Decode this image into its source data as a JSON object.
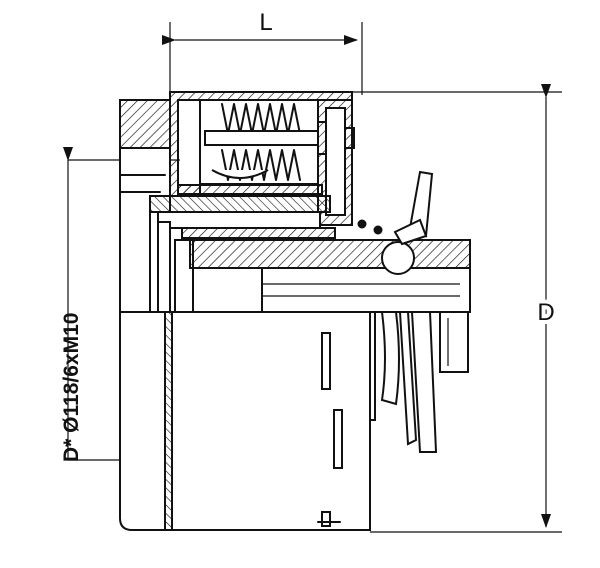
{
  "dimensions": {
    "length_label": "L",
    "diameter_label": "D",
    "bolt_circle_label": "D* Ø118/6xM10"
  }
}
